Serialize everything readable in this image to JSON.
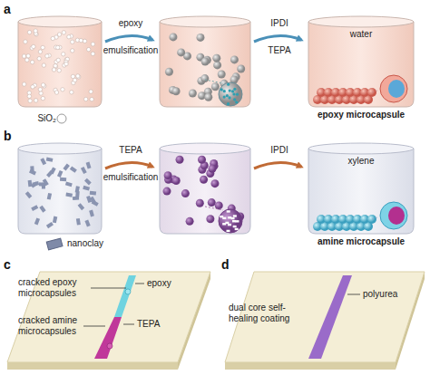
{
  "diagram": {
    "labels": [
      "a",
      "epoxy",
      "emulsification",
      "IPDI",
      "TEPA",
      "water",
      "SiO₂",
      "epoxy microcapsule",
      "b",
      "TEPA",
      "emulsification",
      "IPDI",
      "xylene",
      "nanoclay",
      "amine microcapsule",
      "c",
      "cracked epoxy microcapsules",
      "epoxy",
      "cracked amine microcapsules",
      "TEPA",
      "d",
      "dual core self-healing coating",
      "polyurea"
    ]
  }
}
